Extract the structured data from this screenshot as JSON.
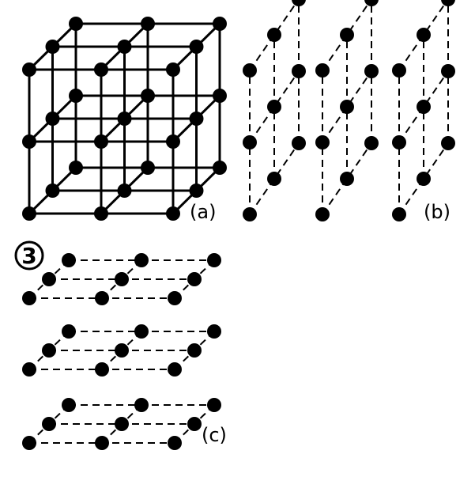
{
  "labels": {
    "a": "(a)",
    "b": "(b)",
    "c": "(c)",
    "figure_number": "3"
  },
  "colors": {
    "ink": "#000000",
    "background": "#ffffff"
  }
}
